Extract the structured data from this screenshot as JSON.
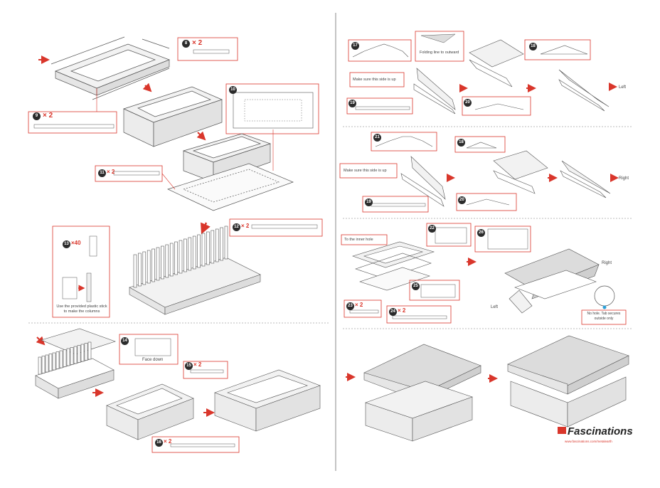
{
  "colors": {
    "accent": "#d9362b",
    "stroke": "#555555",
    "tab": "#7bc043",
    "face": "#f2f2f2",
    "roof": "#dcdcdc"
  },
  "left_page": {
    "part8_qty": "× 2",
    "part8_num": "8",
    "part9_qty": "× 2",
    "part9_num": "9",
    "part10_num": "10",
    "part11_qty": "× 2",
    "part11_num": "11",
    "part12_qty": "× 2",
    "part12_num": "12",
    "part13_qty": "×40",
    "part13_num": "13",
    "columns_instruction": "Use  the provided plastic stick to make the columns",
    "part14_num": "14",
    "part14_label": "Face down",
    "part15_qty": "× 2",
    "part15_num": "15",
    "part16_qty": "× 2",
    "part16_num": "16"
  },
  "right_page": {
    "part17_num": "17",
    "part18_num": "18",
    "part19_num": "19",
    "part20_num": "20",
    "folding_label": "Folding  line to outward",
    "side_up_label_1": "Make sure  this side is up",
    "side_up_label_2": "Make  sure  this  side is up",
    "left_label": "Left",
    "part21_num": "21",
    "part18b_num": "18",
    "part19b_num": "19",
    "part20b_num": "20",
    "right_label": "Right",
    "inner_hole_label": "To the inner hole",
    "part22_num": "22",
    "part25_num": "25",
    "part26_num": "26",
    "part23_qty": "× 2",
    "part23_num": "23",
    "part24_qty": "× 2",
    "part24_num": "24",
    "right_label_2": "Right",
    "left_label_2": "Left",
    "no_hole_label": "No hole. Tab secures outside only",
    "brand": "Fascinations",
    "url": "www.fascinations.com/metalearth"
  }
}
